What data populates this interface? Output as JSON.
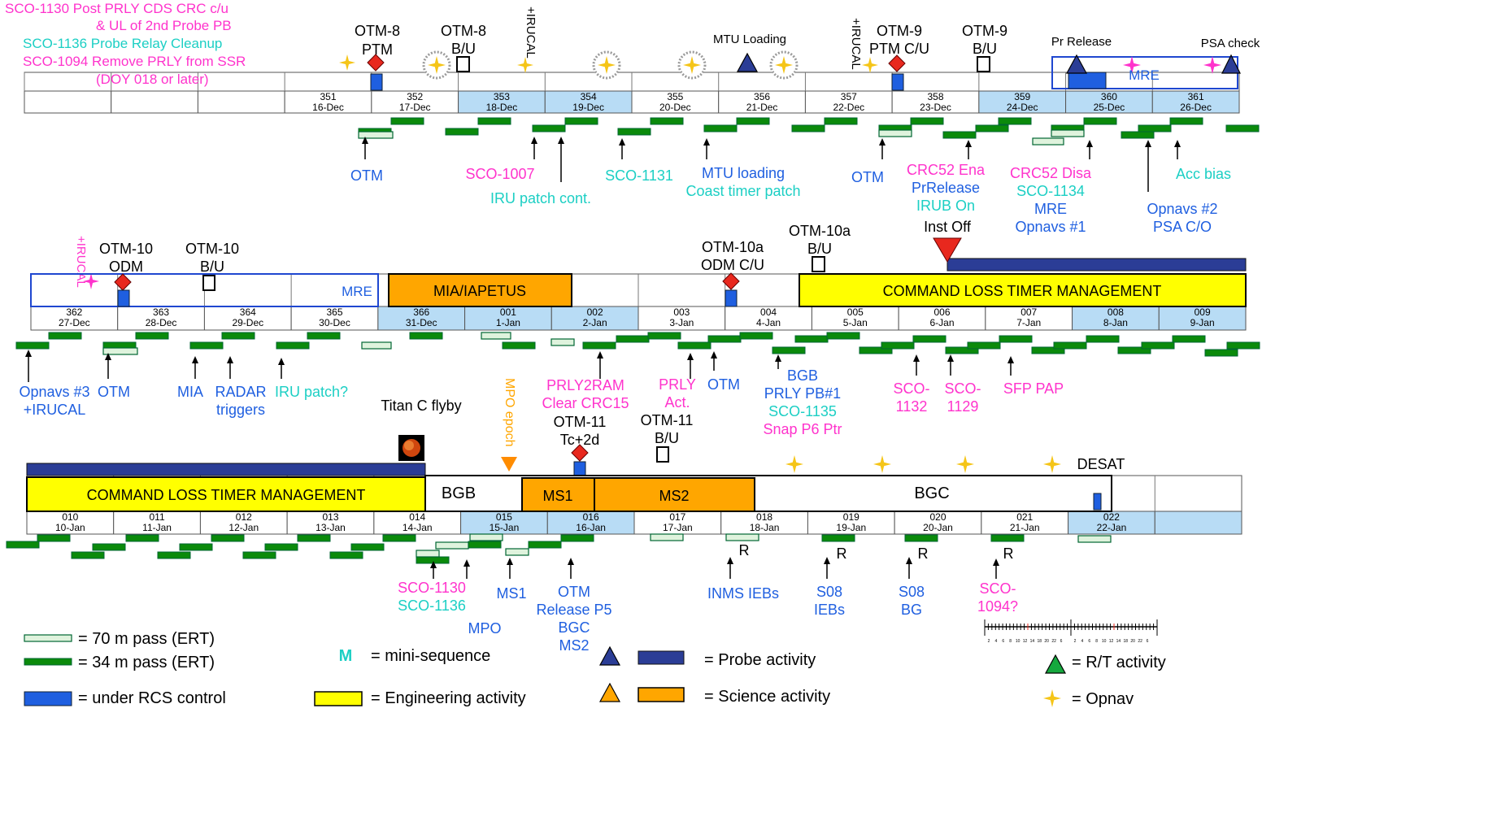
{
  "colors": {
    "blue": "#1f5fe0",
    "magenta": "#ff33cc",
    "cyan": "#1ccfc4",
    "green_bar": "#0b8a0b",
    "light_bar": "#dff3dd",
    "day_blue": "#b8dcf5",
    "probe": "#2b3d96",
    "engineering": "#ffff00",
    "science": "#ffa600",
    "red": "#e8281e",
    "opnav": "#f5c518"
  },
  "header_notes": [
    {
      "text": "SCO-1130 Post PRLY CDS CRC c/u",
      "color": "magenta"
    },
    {
      "text": "& UL of 2nd Probe PB",
      "color": "magenta"
    },
    {
      "text": "SCO-1136 Probe Relay Cleanup",
      "color": "cyan"
    },
    {
      "text": "SCO-1094 Remove PRLY from SSR",
      "color": "magenta"
    },
    {
      "text": "(DOY 018 or later)",
      "color": "magenta"
    }
  ],
  "rows": [
    {
      "days": [
        {
          "doy": "",
          "date": "",
          "hl": false
        },
        {
          "doy": "",
          "date": "",
          "hl": false
        },
        {
          "doy": "",
          "date": "",
          "hl": false
        },
        {
          "doy": "351",
          "date": "16-Dec",
          "hl": false
        },
        {
          "doy": "352",
          "date": "17-Dec",
          "hl": false
        },
        {
          "doy": "353",
          "date": "18-Dec",
          "hl": true
        },
        {
          "doy": "354",
          "date": "19-Dec",
          "hl": true
        },
        {
          "doy": "355",
          "date": "20-Dec",
          "hl": false
        },
        {
          "doy": "356",
          "date": "21-Dec",
          "hl": false
        },
        {
          "doy": "357",
          "date": "22-Dec",
          "hl": false
        },
        {
          "doy": "358",
          "date": "23-Dec",
          "hl": false
        },
        {
          "doy": "359",
          "date": "24-Dec",
          "hl": true
        },
        {
          "doy": "360",
          "date": "25-Dec",
          "hl": true
        },
        {
          "doy": "361",
          "date": "26-Dec",
          "hl": true
        }
      ],
      "top_labels": [
        {
          "lines": [
            "OTM-8",
            "PTM"
          ]
        },
        {
          "lines": [
            "OTM-8",
            "B/U"
          ]
        },
        {
          "lines": [
            "+IRUCAL"
          ]
        },
        {
          "lines": [
            "MTU Loading"
          ]
        },
        {
          "lines": [
            "+IRUCAL"
          ]
        },
        {
          "lines": [
            "OTM-9",
            "PTM C/U"
          ]
        },
        {
          "lines": [
            "OTM-9",
            "B/U"
          ]
        },
        {
          "lines": [
            "Pr Release"
          ]
        },
        {
          "lines": [
            "PSA check"
          ]
        }
      ],
      "bar_labels": [
        {
          "text": "MRE"
        }
      ],
      "callouts": [
        {
          "lines": [
            {
              "t": "OTM",
              "c": "blue"
            }
          ]
        },
        {
          "lines": [
            {
              "t": "SCO-1007",
              "c": "magenta"
            }
          ]
        },
        {
          "lines": [
            {
              "t": "IRU patch cont.",
              "c": "cyan"
            }
          ]
        },
        {
          "lines": [
            {
              "t": "SCO-1131",
              "c": "cyan"
            }
          ]
        },
        {
          "lines": [
            {
              "t": "MTU loading",
              "c": "blue"
            },
            {
              "t": "Coast timer patch",
              "c": "cyan"
            }
          ]
        },
        {
          "lines": [
            {
              "t": "OTM",
              "c": "blue"
            }
          ]
        },
        {
          "lines": [
            {
              "t": "CRC52 Ena",
              "c": "magenta"
            },
            {
              "t": "PrRelease",
              "c": "blue"
            },
            {
              "t": "IRUB On",
              "c": "cyan"
            }
          ]
        },
        {
          "lines": [
            {
              "t": "CRC52 Disa",
              "c": "magenta"
            },
            {
              "t": "SCO-1134",
              "c": "cyan"
            },
            {
              "t": "MRE",
              "c": "blue"
            },
            {
              "t": "Opnavs #1",
              "c": "blue"
            }
          ]
        },
        {
          "lines": [
            {
              "t": "Opnavs #2",
              "c": "blue"
            },
            {
              "t": "PSA C/O",
              "c": "blue"
            }
          ]
        },
        {
          "lines": [
            {
              "t": "Acc bias",
              "c": "cyan"
            }
          ]
        }
      ]
    },
    {
      "days": [
        {
          "doy": "362",
          "date": "27-Dec",
          "hl": false
        },
        {
          "doy": "363",
          "date": "28-Dec",
          "hl": false
        },
        {
          "doy": "364",
          "date": "29-Dec",
          "hl": false
        },
        {
          "doy": "365",
          "date": "30-Dec",
          "hl": false
        },
        {
          "doy": "366",
          "date": "31-Dec",
          "hl": true
        },
        {
          "doy": "001",
          "date": "1-Jan",
          "hl": true
        },
        {
          "doy": "002",
          "date": "2-Jan",
          "hl": true
        },
        {
          "doy": "003",
          "date": "3-Jan",
          "hl": false
        },
        {
          "doy": "004",
          "date": "4-Jan",
          "hl": false
        },
        {
          "doy": "005",
          "date": "5-Jan",
          "hl": false
        },
        {
          "doy": "006",
          "date": "6-Jan",
          "hl": false
        },
        {
          "doy": "007",
          "date": "7-Jan",
          "hl": false
        },
        {
          "doy": "008",
          "date": "8-Jan",
          "hl": true
        },
        {
          "doy": "009",
          "date": "9-Jan",
          "hl": true
        }
      ],
      "top_labels": [
        {
          "lines": [
            "+IRUCAL"
          ]
        },
        {
          "lines": [
            "OTM-10",
            "ODM"
          ]
        },
        {
          "lines": [
            "OTM-10",
            "B/U"
          ]
        },
        {
          "lines": [
            "OTM-10a",
            "ODM C/U"
          ]
        },
        {
          "lines": [
            "OTM-10a",
            "B/U"
          ]
        },
        {
          "lines": [
            "Inst Off"
          ]
        }
      ],
      "bar_labels": [
        {
          "text": "MRE"
        },
        {
          "text": "MIA/IAPETUS"
        },
        {
          "text": "COMMAND LOSS TIMER MANAGEMENT"
        }
      ],
      "callouts": [
        {
          "lines": [
            {
              "t": "Opnavs #3",
              "c": "blue"
            },
            {
              "t": "+IRUCAL",
              "c": "blue"
            }
          ]
        },
        {
          "lines": [
            {
              "t": "OTM",
              "c": "blue"
            }
          ]
        },
        {
          "lines": [
            {
              "t": "MIA",
              "c": "blue"
            }
          ]
        },
        {
          "lines": [
            {
              "t": "RADAR",
              "c": "blue"
            },
            {
              "t": "triggers",
              "c": "blue"
            }
          ]
        },
        {
          "lines": [
            {
              "t": "IRU patch?",
              "c": "cyan"
            }
          ]
        },
        {
          "lines": [
            {
              "t": "PRLY2RAM",
              "c": "magenta"
            },
            {
              "t": "Clear CRC15",
              "c": "magenta"
            }
          ]
        },
        {
          "lines": [
            {
              "t": "PRLY",
              "c": "magenta"
            },
            {
              "t": "Act.",
              "c": "magenta"
            }
          ]
        },
        {
          "lines": [
            {
              "t": "OTM",
              "c": "blue"
            }
          ]
        },
        {
          "lines": [
            {
              "t": "BGB",
              "c": "blue"
            },
            {
              "t": "PRLY PB#1",
              "c": "blue"
            },
            {
              "t": "SCO-1135",
              "c": "cyan"
            },
            {
              "t": "Snap P6 Ptr",
              "c": "magenta"
            }
          ]
        },
        {
          "lines": [
            {
              "t": "SCO-",
              "c": "magenta"
            },
            {
              "t": "1132",
              "c": "magenta"
            }
          ]
        },
        {
          "lines": [
            {
              "t": "SCO-",
              "c": "magenta"
            },
            {
              "t": "1129",
              "c": "magenta"
            }
          ]
        },
        {
          "lines": [
            {
              "t": "SFP PAP",
              "c": "magenta"
            }
          ]
        }
      ]
    },
    {
      "days": [
        {
          "doy": "010",
          "date": "10-Jan",
          "hl": false
        },
        {
          "doy": "011",
          "date": "11-Jan",
          "hl": false
        },
        {
          "doy": "012",
          "date": "12-Jan",
          "hl": false
        },
        {
          "doy": "013",
          "date": "13-Jan",
          "hl": false
        },
        {
          "doy": "014",
          "date": "14-Jan",
          "hl": false
        },
        {
          "doy": "015",
          "date": "15-Jan",
          "hl": true
        },
        {
          "doy": "016",
          "date": "16-Jan",
          "hl": true
        },
        {
          "doy": "017",
          "date": "17-Jan",
          "hl": false
        },
        {
          "doy": "018",
          "date": "18-Jan",
          "hl": false
        },
        {
          "doy": "019",
          "date": "19-Jan",
          "hl": false
        },
        {
          "doy": "020",
          "date": "20-Jan",
          "hl": false
        },
        {
          "doy": "021",
          "date": "21-Jan",
          "hl": false
        },
        {
          "doy": "022",
          "date": "22-Jan",
          "hl": true
        },
        {
          "doy": "",
          "date": "",
          "hl": true
        }
      ],
      "top_labels": [
        {
          "lines": [
            "Titan C flyby"
          ]
        },
        {
          "lines": [
            "MPO epoch"
          ]
        },
        {
          "lines": [
            "OTM-11",
            "Tc+2d"
          ]
        },
        {
          "lines": [
            "OTM-11",
            "B/U"
          ]
        },
        {
          "lines": [
            "DESAT"
          ]
        }
      ],
      "bar_labels": [
        {
          "text": "COMMAND LOSS TIMER MANAGEMENT"
        },
        {
          "text": "BGB"
        },
        {
          "text": "MS1"
        },
        {
          "text": "MS2"
        },
        {
          "text": "BGC"
        }
      ],
      "r_marks": [
        "R",
        "R",
        "R",
        "R"
      ],
      "callouts": [
        {
          "lines": [
            {
              "t": "SCO-1130",
              "c": "magenta"
            },
            {
              "t": "SCO-1136",
              "c": "cyan"
            }
          ]
        },
        {
          "lines": [
            {
              "t": "MPO",
              "c": "blue"
            }
          ]
        },
        {
          "lines": [
            {
              "t": "MS1",
              "c": "blue"
            }
          ]
        },
        {
          "lines": [
            {
              "t": "OTM",
              "c": "blue"
            },
            {
              "t": "Release P5",
              "c": "blue"
            },
            {
              "t": "BGC",
              "c": "blue"
            },
            {
              "t": "MS2",
              "c": "blue"
            }
          ]
        },
        {
          "lines": [
            {
              "t": "INMS IEBs",
              "c": "blue"
            }
          ]
        },
        {
          "lines": [
            {
              "t": "S08",
              "c": "blue"
            },
            {
              "t": "IEBs",
              "c": "blue"
            }
          ]
        },
        {
          "lines": [
            {
              "t": "S08",
              "c": "blue"
            },
            {
              "t": "BG",
              "c": "blue"
            }
          ]
        },
        {
          "lines": [
            {
              "t": "SCO-",
              "c": "magenta"
            },
            {
              "t": "1094?",
              "c": "magenta"
            }
          ]
        }
      ]
    }
  ],
  "legend": [
    {
      "key": "pass70",
      "text": "= 70 m pass (ERT)"
    },
    {
      "key": "pass34",
      "text": "= 34 m pass (ERT)"
    },
    {
      "key": "rcs",
      "text": "= under RCS control"
    },
    {
      "key": "mini",
      "symbol": "M",
      "text": "= mini-sequence"
    },
    {
      "key": "engineering",
      "text": "= Engineering activity"
    },
    {
      "key": "probe",
      "text": "= Probe activity"
    },
    {
      "key": "science",
      "text": "= Science activity"
    },
    {
      "key": "rt",
      "text": "= R/T activity"
    },
    {
      "key": "opnav",
      "text": "= Opnav"
    }
  ],
  "ruler_labels": [
    "2",
    "4",
    "6",
    "8",
    "10",
    "12",
    "14",
    "18",
    "20",
    "22",
    "6"
  ]
}
